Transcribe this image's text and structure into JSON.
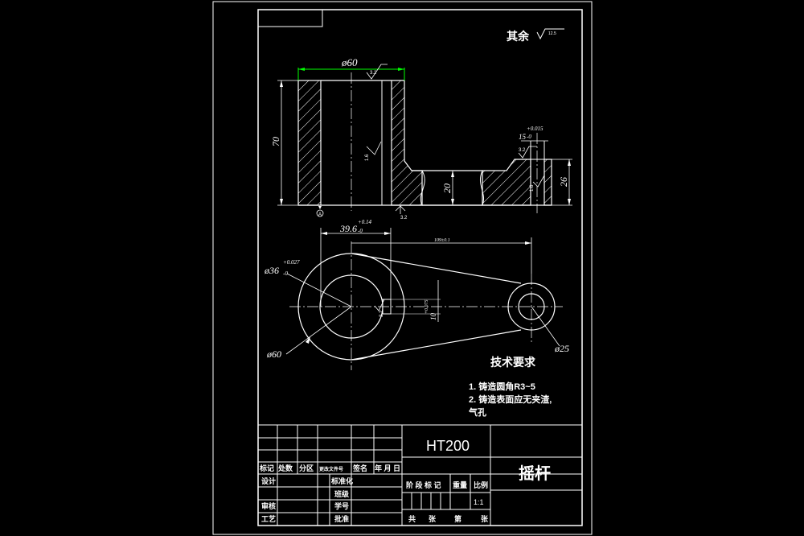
{
  "roughness_note": "其余",
  "roughness_symbol_value": "12.5",
  "dims": {
    "top_diameter": "ø60",
    "height_70": "70",
    "height_20": "20",
    "height_26": "26",
    "slot_width": "15",
    "slot_upper": "+0.015",
    "slot_lower": "-0",
    "length_39_6": "39.6",
    "length_39_6_upper": "+0.14",
    "length_39_6_lower": "-0",
    "center_distance": "109±0.1",
    "bore_36": "ø36",
    "bore_36_upper": "+0.027",
    "bore_36_lower": "-0",
    "outer_60": "ø60",
    "small_25": "ø25",
    "key_width": "10",
    "key_tol": "+0.075",
    "rough_32": "3.2",
    "rough_16": "1.6",
    "datum": "A"
  },
  "tech_requirements": {
    "title": "技术要求",
    "line1": "1. 铸造圆角R3~5",
    "line2": "2. 铸造表面应无夹渣,",
    "line3": "气孔"
  },
  "title_block": {
    "material": "HT200",
    "part_name": "摇杆",
    "headers": {
      "mark": "标记",
      "count": "处数",
      "zone": "分区",
      "change_doc": "更改文件号",
      "signature": "签名",
      "date": "年 月 日"
    },
    "design": "设计",
    "standardize": "标准化",
    "class_label": "班级",
    "student_no": "学号",
    "review": "审核",
    "process": "工艺",
    "approve": "批准",
    "stage_mark": "阶 段 标 记",
    "weight": "重量",
    "scale_label": "比例",
    "scale_value": "1:1",
    "sheet_total": "共",
    "sheet_unit": "张",
    "sheet_no": "第",
    "sheet_unit2": "张"
  }
}
